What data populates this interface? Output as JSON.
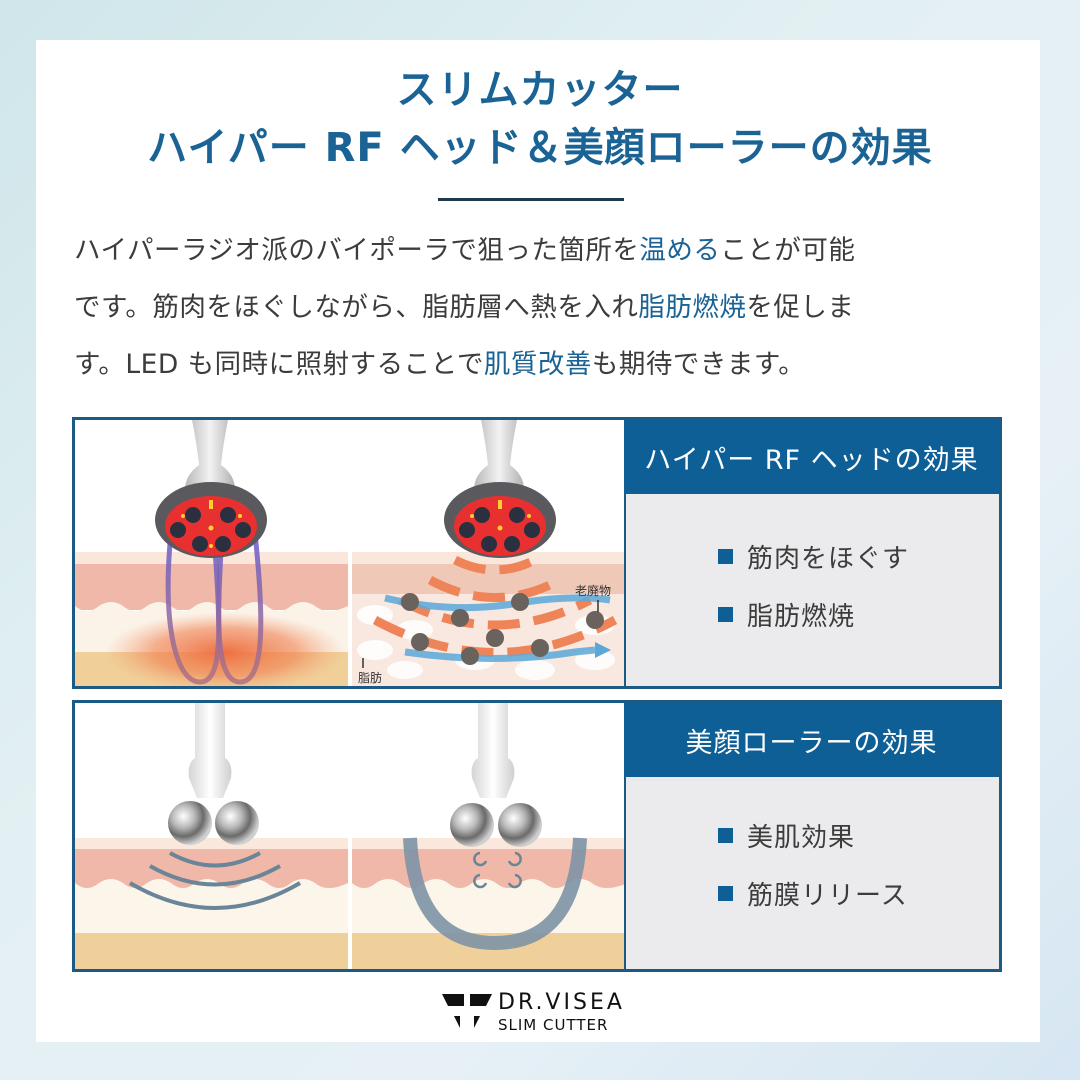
{
  "header": {
    "title_line1": "スリムカッター",
    "title_line2": "ハイパー RF ヘッド＆美顔ローラーの効果"
  },
  "intro": {
    "line1_pre": "ハイパーラジオ派のバイポーラで狙った箇所を",
    "line1_hl": "温める",
    "line1_post": "ことが可能",
    "line2_pre": "です。筋肉をほぐしながら、脂肪層へ熱を入れ",
    "line2_hl": "脂肪燃焼",
    "line2_post": "を促しま",
    "line3_pre": "す。LED も同時に照射することで",
    "line3_hl": "肌質改善",
    "line3_post": "も期待できます。"
  },
  "panels": [
    {
      "heading": "ハイパー RF ヘッドの効果",
      "bullets": [
        "筋肉をほぐす",
        "脂肪燃焼"
      ],
      "illustration_labels": {
        "waste": "老廃物",
        "fat": "脂肪"
      }
    },
    {
      "heading": "美顔ローラーの効果",
      "bullets": [
        "美肌効果",
        "筋膜リリース"
      ]
    }
  ],
  "brand": {
    "name": "DR.VISEA",
    "product": "SLIM CUTTER"
  },
  "colors": {
    "accent": "#1a6394",
    "header_bg": "#0f5f97",
    "border": "#1a5a85",
    "body_text": "#3c3c3c",
    "panel_bg": "#ebebed"
  }
}
